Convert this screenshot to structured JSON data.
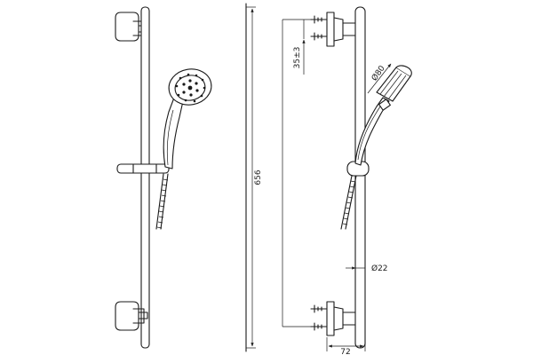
{
  "dimensions": {
    "total_height": "656",
    "screw_spacing": "35±3",
    "head_diameter": "Ø80",
    "rail_diameter": "Ø22",
    "wall_offset": "72"
  },
  "colors": {
    "line": "#1a1a1a",
    "background": "#ffffff"
  }
}
